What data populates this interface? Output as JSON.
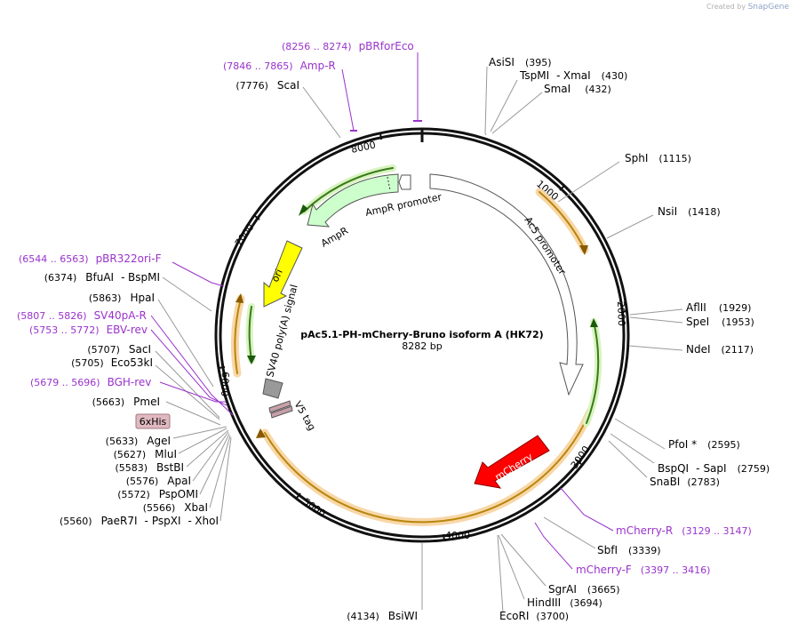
{
  "credit": {
    "prefix": "Created by",
    "brand": "SnapGene"
  },
  "map": {
    "name": "pAc5.1-PH-mCherry-Bruno isoform A (HK72)",
    "length_label": "8282 bp",
    "length": 8282,
    "ticks": [
      "1000",
      "2000",
      "3000",
      "4000",
      "5000",
      "6000",
      "7000",
      "8000"
    ]
  },
  "features": [
    {
      "id": "amp-promoter",
      "label": "AmpR promoter",
      "color": "#ffffff"
    },
    {
      "id": "ampr",
      "label": "AmpR",
      "color": "#ccffcc"
    },
    {
      "id": "ac5",
      "label": "Ac5 promoter",
      "color": "#ffffff"
    },
    {
      "id": "ori",
      "label": "ori",
      "color": "#ffff00"
    },
    {
      "id": "sv40",
      "label": "SV40 poly(A) signal",
      "color": "#999999"
    },
    {
      "id": "v5",
      "label": "V5 tag",
      "color": "#c8a0a8"
    },
    {
      "id": "mcherry",
      "label": "mCherry",
      "color": "#ff0000"
    },
    {
      "id": "his",
      "label": "6xHis",
      "color": "#e0b8c0"
    }
  ],
  "sites": [
    {
      "name": "AsiSI",
      "pos": "(395)"
    },
    {
      "name": "TspMI",
      "sep": "-",
      "name2": "XmaI",
      "pos": "(430)"
    },
    {
      "name": "SmaI",
      "pos": "(432)"
    },
    {
      "name": "SphI",
      "pos": "(1115)"
    },
    {
      "name": "NsiI",
      "pos": "(1418)"
    },
    {
      "name": "AflII",
      "pos": "(1929)"
    },
    {
      "name": "SpeI",
      "pos": "(1953)"
    },
    {
      "name": "NdeI",
      "pos": "(2117)"
    },
    {
      "name": "PfoI *",
      "pos": "(2595)"
    },
    {
      "name": "BspQI",
      "sep": "-",
      "name2": "SapI",
      "pos": "(2759)"
    },
    {
      "name": "SnaBI",
      "pos": "(2783)"
    },
    {
      "name": "SbfI",
      "pos": "(3339)"
    },
    {
      "name": "SgrAI",
      "pos": "(3665)"
    },
    {
      "name": "HindIII",
      "pos": "(3694)"
    },
    {
      "name": "EcoRI",
      "pos": "(3700)"
    },
    {
      "name": "BsiWI",
      "pos": "(4134)"
    },
    {
      "name": "ScaI",
      "pos": "(7776)"
    },
    {
      "name": "BfuAI",
      "sep": "-",
      "name2": "BspMI",
      "pos": "(6374)"
    },
    {
      "name": "HpaI",
      "pos": "(5863)"
    },
    {
      "name": "SacI",
      "pos": "(5707)"
    },
    {
      "name": "Eco53kI",
      "pos": "(5705)"
    },
    {
      "name": "PmeI",
      "pos": "(5663)"
    },
    {
      "name": "AgeI",
      "pos": "(5633)"
    },
    {
      "name": "MluI",
      "pos": "(5627)"
    },
    {
      "name": "BstBI",
      "pos": "(5583)"
    },
    {
      "name": "ApaI",
      "pos": "(5576)"
    },
    {
      "name": "PspOMI",
      "pos": "(5572)"
    },
    {
      "name": "XbaI",
      "pos": "(5566)"
    },
    {
      "name": "PaeR7I",
      "sep": "-",
      "name2": "PspXI",
      "sep2": "-",
      "name3": "XhoI",
      "pos": "(5560)"
    }
  ],
  "primers": [
    {
      "name": "pBRforEco",
      "pos": "(8256 .. 8274)"
    },
    {
      "name": "Amp-R",
      "pos": "(7846 .. 7865)"
    },
    {
      "name": "pBR322ori-F",
      "pos": "(6544 .. 6563)"
    },
    {
      "name": "SV40pA-R",
      "pos": "(5807 .. 5826)"
    },
    {
      "name": "EBV-rev",
      "pos": "(5753 .. 5772)"
    },
    {
      "name": "BGH-rev",
      "pos": "(5679 .. 5696)"
    },
    {
      "name": "mCherry-R",
      "pos": "(3129 .. 3147)"
    },
    {
      "name": "mCherry-F",
      "pos": "(3397 .. 3416)"
    }
  ]
}
